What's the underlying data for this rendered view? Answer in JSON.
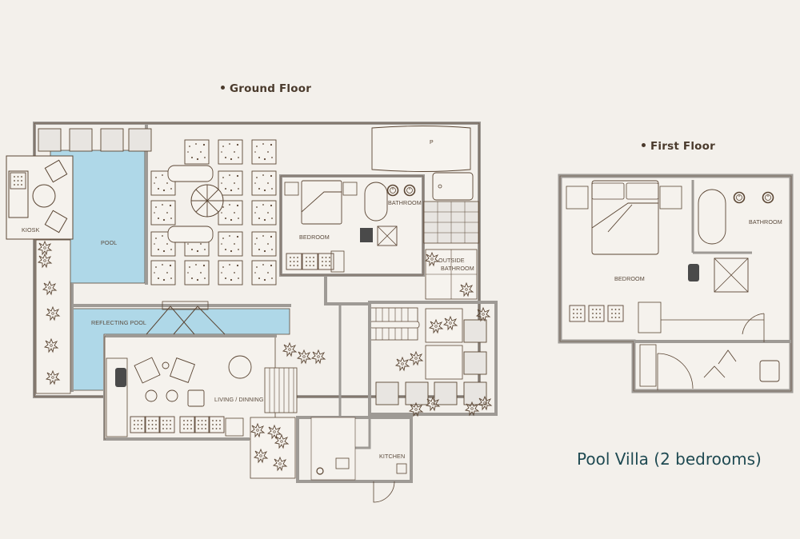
{
  "titles": {
    "ground_floor": "Ground Floor",
    "first_floor": "First Floor",
    "plan_name": "Pool Villa (2 bedrooms)"
  },
  "ground_floor": {
    "rooms": {
      "kiosk": "KIOSK",
      "pool": "POOL",
      "reflecting_pool": "REFLECTING POOL",
      "bedroom": "BEDROOM",
      "bathroom": "BATHROOM",
      "outside_bathroom_1": "OUTSIDE",
      "outside_bathroom_2": "BATHROOM",
      "living_dining": "LIVING / DINNING",
      "kitchen": "KITCHEN"
    }
  },
  "first_floor": {
    "rooms": {
      "bedroom": "BEDROOM",
      "bathroom": "BATHROOM"
    }
  },
  "colors": {
    "background": "#f3f0eb",
    "wall": "#9e9a95",
    "line": "#5b4634",
    "water": "#afd8e8",
    "title_text": "#1f4a52",
    "heading_text": "#4a3a2c"
  }
}
